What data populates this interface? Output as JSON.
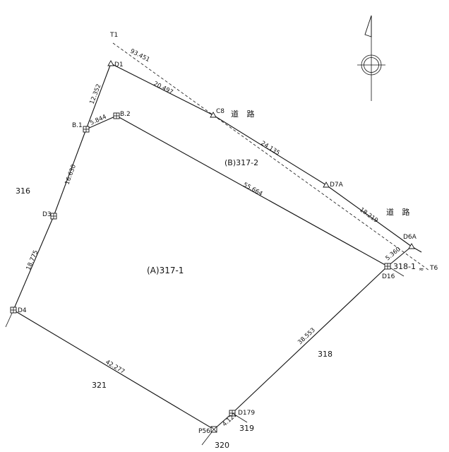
{
  "points": {
    "T1": "T1",
    "D1": "D1",
    "C8": "C8",
    "B1": "B.1",
    "B2": "B.2",
    "D3": "D3",
    "D4": "D4",
    "D7A": "D7A",
    "D6A": "D6A",
    "T6": "T6",
    "D16": "D16",
    "D179": "D179",
    "P56": "P56"
  },
  "distances": {
    "T1_C8": "93.451",
    "D1_C8": "20.497",
    "D1_B1": "12.352",
    "B1_B2": "5.844",
    "B1_D3": "16.630",
    "D3_D4": "18.775",
    "C8_D7A": "24.135",
    "D7A_D6A": "18.219",
    "B2_D16": "55.664",
    "D6A_D16": "5.360",
    "D16_D179": "38.553",
    "D4_P56": "42.277",
    "P56_D179": "4.121"
  },
  "lots": {
    "main": "(A)317-1",
    "upper": "(B)317-2",
    "left": "316",
    "right_small": "318-1",
    "right": "318",
    "bottom_left": "321",
    "bottom_mid": "319",
    "bottom": "320"
  },
  "road_labels": {
    "top": "道 路",
    "right": "道 路"
  }
}
